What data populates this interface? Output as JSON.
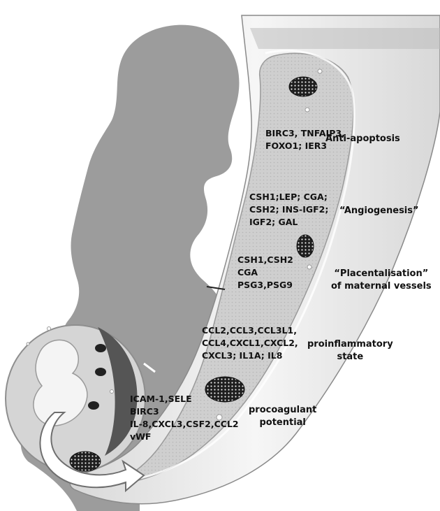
{
  "gene_groups": [
    {
      "id": "anti-apoptosis-genes",
      "lines": [
        "BIRC3, TNFAIP3,",
        "FOXO1; IER3"
      ]
    },
    {
      "id": "angiogenesis-genes",
      "lines": [
        "CSH1;LEP; CGA;",
        "CSH2; INS-IGF2;",
        "IGF2; GAL"
      ]
    },
    {
      "id": "placentalisation-genes",
      "lines": [
        "CSH1,CSH2",
        "CGA",
        "PSG3,PSG9"
      ]
    },
    {
      "id": "proinflammatory-genes",
      "lines": [
        "CCL2,CCL3,CCL3L1,",
        "CCL4,CXCL1,CXCL2,",
        "CXCL3; IL1A; IL8"
      ]
    },
    {
      "id": "procoagulant-genes",
      "lines": [
        "ICAM-1,SELE",
        "BIRC3",
        "IL-8,CXCL3,CSF2,CCL2",
        "vWF"
      ]
    }
  ],
  "categories": [
    {
      "id": "anti-apoptosis",
      "lines": [
        "Anti-apoptosis"
      ]
    },
    {
      "id": "angiogenesis",
      "lines": [
        "“Angiogenesis”"
      ]
    },
    {
      "id": "placentalisation",
      "lines": [
        "“Placentalisation”",
        "of maternal vessels"
      ]
    },
    {
      "id": "proinflammatory",
      "lines": [
        "proinflammatory",
        "state"
      ]
    },
    {
      "id": "procoagulant",
      "lines": [
        "procoagulant",
        "potential"
      ]
    }
  ],
  "colors": {
    "silhouette": "#9b9b9b",
    "vessel_wall": "#e9e9e9",
    "vessel_lumen": "#c9c9c9",
    "trophoblast_cluster": "#222222",
    "text": "#111111"
  },
  "icons": [
    "pregnant-woman-silhouette-icon",
    "fetus-icon",
    "blood-vessel-icon",
    "trophoblast-cluster-icon",
    "curved-arrow-icon"
  ]
}
